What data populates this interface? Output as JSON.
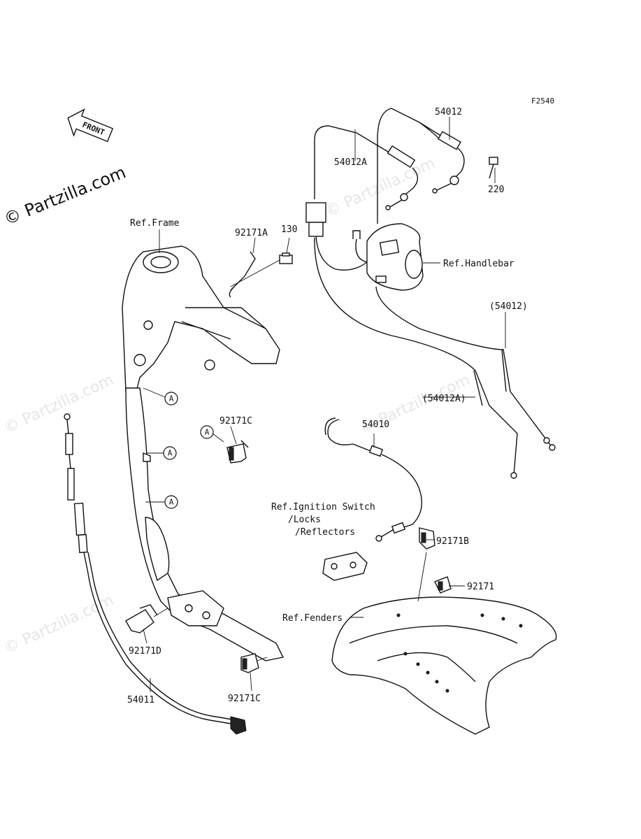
{
  "diagram_code": "F2540",
  "front_arrow_label": "FRONT",
  "watermark_main": "© Partzilla.com",
  "watermark_faint": "© Partzilla.com",
  "callout_letter": "A",
  "labels": {
    "p54012": "54012",
    "p54012A": "54012A",
    "p220": "220",
    "ref_handlebar": "Ref.Handlebar",
    "ref_frame": "Ref.Frame",
    "p92171A": "92171A",
    "p130": "130",
    "p54012_paren": "(54012)",
    "p54012A_paren": "(54012A)",
    "p92171C_top": "92171C",
    "p54010": "54010",
    "ref_ignition_1": "Ref.Ignition Switch",
    "ref_ignition_2": "/Locks",
    "ref_ignition_3": "/Reflectors",
    "p92171B": "92171B",
    "p92171": "92171",
    "ref_fenders": "Ref.Fenders",
    "p92171D": "92171D",
    "p92171C_bottom": "92171C",
    "p54011": "54011"
  }
}
